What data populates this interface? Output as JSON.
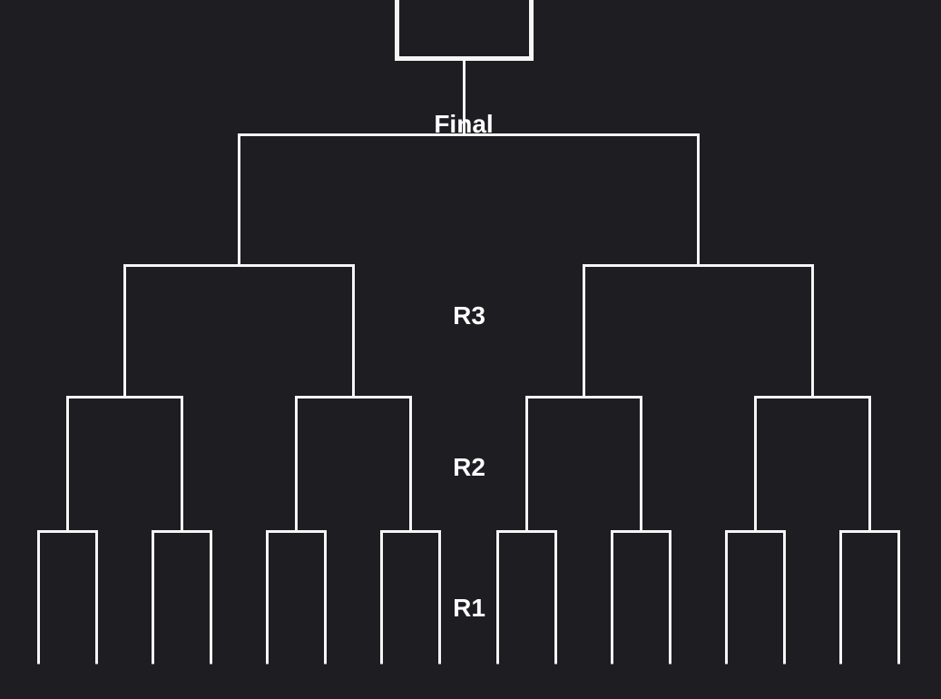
{
  "bracket": {
    "type": "single-elimination-tournament-bracket",
    "entrant_count": 16,
    "orientation": "top-down",
    "rounds": [
      {
        "label": "Final",
        "matches": 1
      },
      {
        "label": "R3",
        "matches": 2
      },
      {
        "label": "R2",
        "matches": 4
      },
      {
        "label": "R1",
        "matches": 8
      }
    ],
    "colors": {
      "background": "#1d1d22",
      "line": "#f5f5f5",
      "label_text": "#fdfdfd"
    }
  }
}
